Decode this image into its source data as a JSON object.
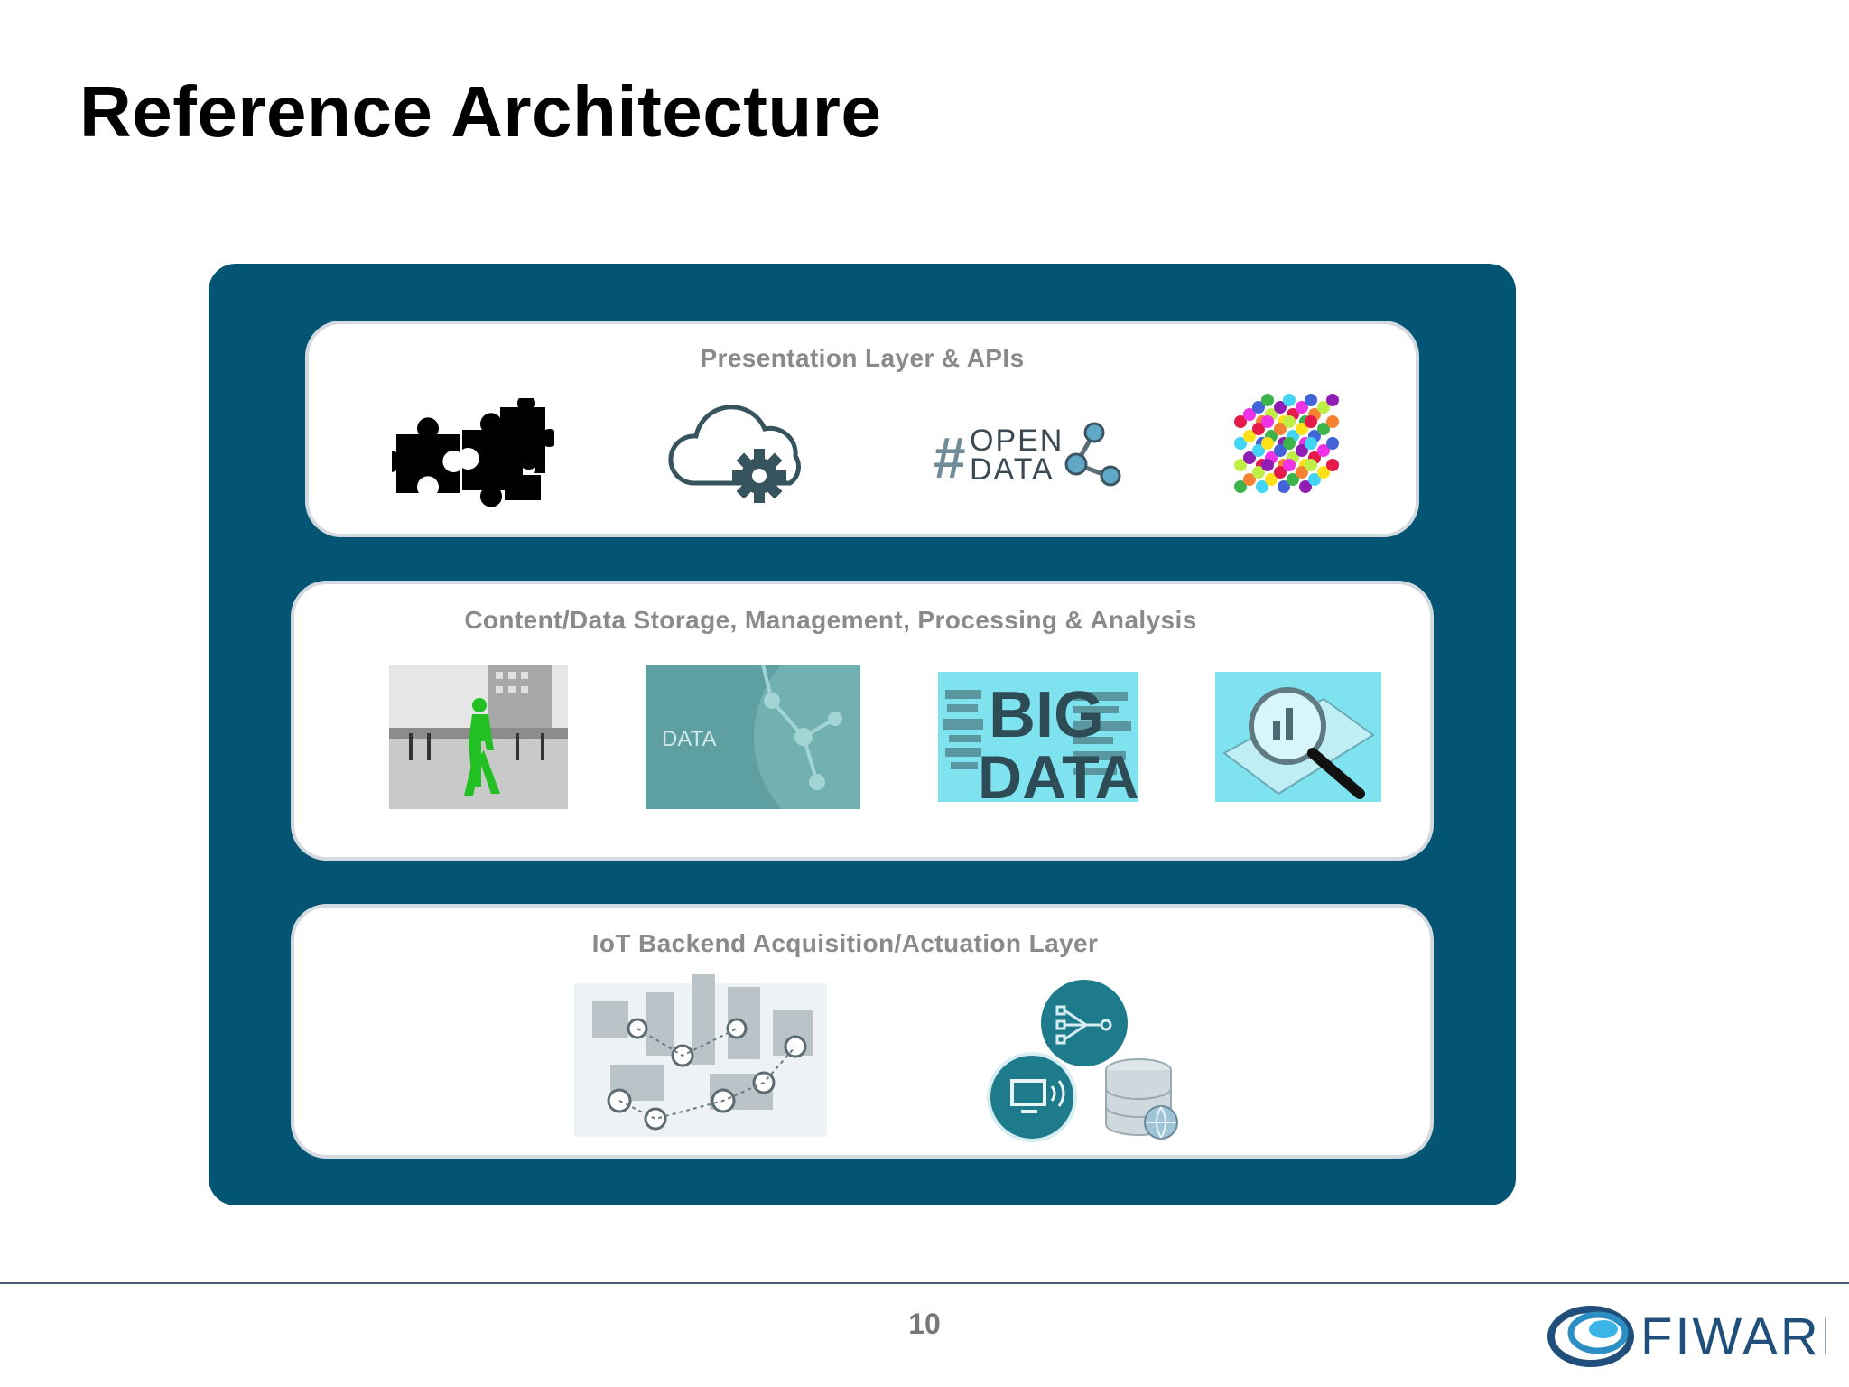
{
  "slide": {
    "title": "Reference Architecture",
    "page_number": "10"
  },
  "layers": [
    {
      "title": "Presentation Layer & APIs",
      "icons": [
        "puzzle-icon",
        "cloud-gear-icon",
        "open-data-icon",
        "color-cube-icon"
      ],
      "open_data": {
        "hash": "#",
        "line1": "OPEN",
        "line2": "DATA"
      }
    },
    {
      "title": "Content/Data Storage, Management, Processing & Analysis",
      "icons": [
        "person-detection-image",
        "data-network-image",
        "big-data-wordcloud-image",
        "magnifier-chart-image"
      ],
      "data_label": "DATA",
      "big_data": {
        "line1": "BIG",
        "line2": "DATA"
      }
    },
    {
      "title": "IoT Backend Acquisition/Actuation Layer",
      "icons": [
        "smart-city-sensors-image",
        "iot-devices-icon"
      ]
    }
  ],
  "logo": {
    "text": "FIWARE"
  },
  "colors": {
    "panel": "#045473",
    "layer_title": "#8a8a8a",
    "accent_teal": "#1d7b8c",
    "cyan_bg": "#7fe3ef"
  }
}
